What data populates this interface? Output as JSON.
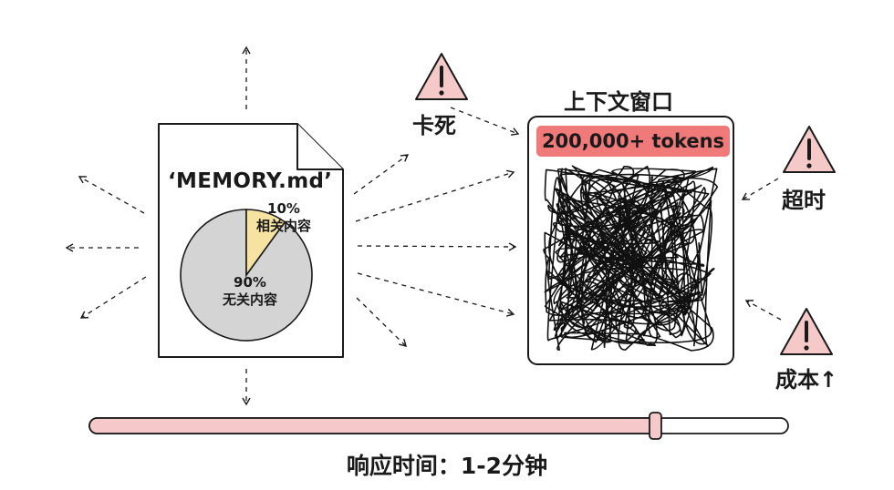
{
  "document": {
    "filename": "‘MEMORY.md’",
    "pie": {
      "relevant": {
        "percent": "10%",
        "label": "相关内容",
        "fraction": 0.1,
        "color": "#f7e3a1"
      },
      "irrelevant": {
        "percent": "90%",
        "label": "无关内容",
        "fraction": 0.9,
        "color": "#d4d4d4"
      }
    }
  },
  "context_window": {
    "title": "上下文窗口",
    "tokens_label": "200,000+ tokens",
    "badge_color": "#f07a7a"
  },
  "warnings": [
    {
      "label": "卡死",
      "icon": "warning-triangle-icon"
    },
    {
      "label": "超时",
      "icon": "warning-triangle-icon"
    },
    {
      "label": "成本↑",
      "icon": "warning-triangle-icon"
    }
  ],
  "progress": {
    "label": "响应时间：1-2分钟",
    "level": 0.81,
    "color": "#f5c9c9"
  },
  "colors": {
    "warning_fill": "#f6c9c9",
    "ink": "#1a1a1a"
  }
}
